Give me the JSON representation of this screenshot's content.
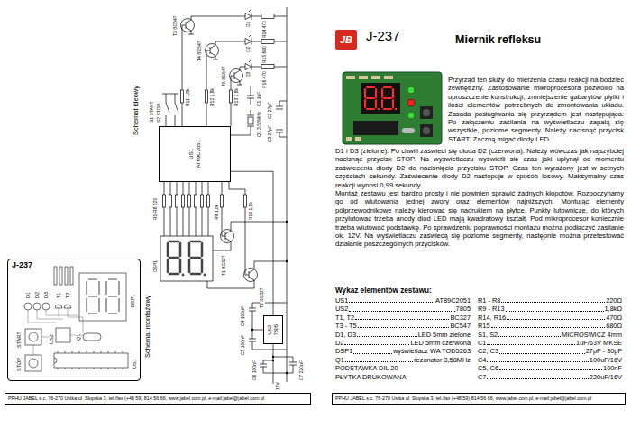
{
  "diagram": {
    "title": "Miernik refleksu",
    "nodes": [
      {
        "text": [
          "US1",
          "AT89C2051"
        ]
      },
      {
        "text": [
          "J-237"
        ]
      },
      {
        "text": [
          "US2",
          "7805"
        ]
      },
      {
        "text": [
          "PPHU JABEL s.c. 76-270 Ustka ul. Słupska 3, tel./fax (+48 59) 814 56 66, www.jabel.com.pl, e-mail:jabel@jabel.com.pl"
        ]
      },
      {
        "text": [
          "JB"
        ]
      },
      {
        "text": [
          "PPHU JABEL s.c. 76-270 Ustka ul. Słupska 3, tel./fax (+48 59) 814 56 66, www.jabel.com.pl, e-mail:jabel@jabel.com.pl"
        ]
      }
    ],
    "edges": [
      {
        "from": 0,
        "to": 2,
        "arrow": "none"
      }
    ],
    "labels": [
      "J-237",
      "Przyrząd ten służy do mierzenia czasu reakcji na bodziec zewnętrzny. Zastosowanie mikroprocesora pozwoliło na uproszczenie konstrukcji, zmniejszenie gabarytów płytki i ilości elementów potrzebnych do zmontowania układu. Zasada posługiwania się przyrządem jest następująca: Po załączeniu zasilania na wyświetlaczu zapalą się wszystkie, poziome segmenty. Należy nacisnąć przycisk START. Zaczną migać diody LED",
      "D1 i D3 (zielone). Po chwili zaświeci się dioda D2 (czerwona). Należy wówczas jak najszybciej nacisnąć przycisk STOP. Na wyświetlaczu wyświetli się czas jaki upłynął od momentu zaświecenia diody D2 do naciśnięcia przycisku STOP. Czas ten wyrażony jest w setnych częściach sekundy. Zaświecenie diody D2 następuje w sposób losowy. Maksymalny czas reakcji wynosi 0,99 sekundy.",
      "Montaż zestawu jest bardzo prosty i nie powinien sprawić żadnych kłopotów. Rozpoczynamy go od wlutowania jednej zwory oraz elementów najniższych. Montując elementy półprzewodnikowe należy kierować się nadrukiem na płytce. Punkty lutownicze, do których przylutować trzeba anody diod LED mają kwadratowy kształt. Pod mikroprocesor koniecznie trzeba wlutować podstawkę. Po sprawdzeniu poprawności montażu można podłączyć zasilanie ok. 12V. Na wyświetlaczu zaświecą się poziome segmenty, następnie można przetestować działanie poszczególnych przycisków.",
      "Wykaz elementów zestawu:",
      "US1",
      "AT89C2051",
      "US2",
      "7805",
      "T1, T2",
      "BC327",
      "T3 - T5",
      "BC547",
      "D1, D3",
      "LED 5mm zielone",
      "D2",
      "LED 5mm czerwona",
      "DSP1",
      "wyświetlacz WA TOD5263",
      "Q1",
      "rezonator 3,58MHz",
      "PODSTAWKA DIL 20",
      "PŁYTKA DRUKOWANA",
      "R1 - R8",
      "220Ω",
      "R9 - R13",
      "1,8kΩ",
      "R14, R16",
      "470Ω",
      "R15",
      "680Ω",
      "S1, S2",
      "MICROSWICZ 4mm",
      "C1",
      "1uF/63V MKSE",
      "C2, C3",
      "27pF - 30pF",
      "C4",
      "100uF/16V",
      "C5, C6",
      "100nF",
      "C7",
      "220uF/16V",
      "Schemat ideowy",
      "Schemat montażowy",
      "T3 BC547",
      "T4 BC547",
      "T5 BC547",
      "D1",
      "D2",
      "D3",
      "R14 470",
      "R15 680",
      "R16 470",
      "R11 1,8k",
      "R12 1,8k",
      "R13 1,8k",
      "S1 START",
      "S2 STOP",
      "C1 1uF",
      "Q1 3,58MHz",
      "C2 27pF",
      "C3 27pF",
      "R1-R8 220",
      "R9 1,8k",
      "R10 1,8k",
      "DSP1",
      "T1 BC327",
      "T2 BC327",
      "C4 100uF",
      "C5 100nF",
      "C6 100nF",
      "C7 220uF",
      "12V",
      "D1",
      "D2",
      "D3",
      "T1",
      "T2",
      "START",
      "STOP",
      "US2",
      "Q1",
      "US1",
      "DSP1"
    ]
  }
}
